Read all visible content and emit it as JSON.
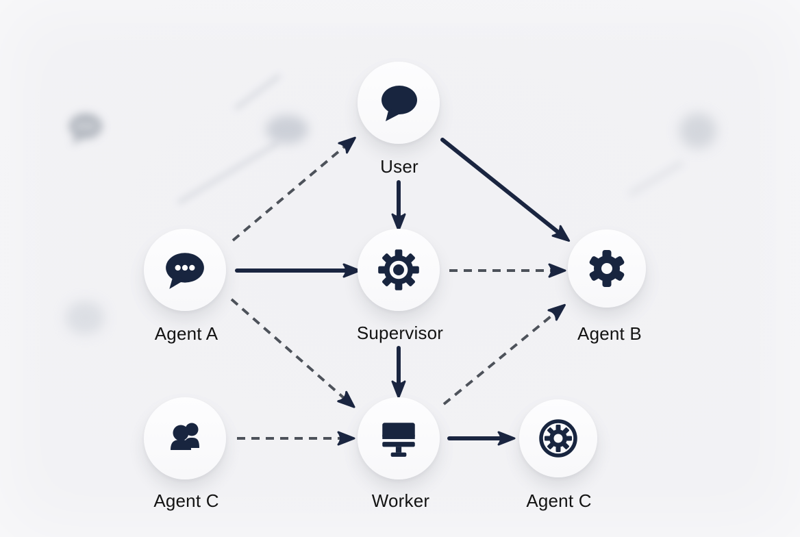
{
  "diagram": {
    "title": "",
    "nodes": {
      "user": {
        "label": "User",
        "icon": "speech-bubble-icon"
      },
      "agent_a": {
        "label": "Agent A",
        "icon": "chat-ellipsis-icon"
      },
      "supervisor": {
        "label": "Supervisor",
        "icon": "gear-icon"
      },
      "agent_b": {
        "label": "Agent B",
        "icon": "cog-icon"
      },
      "agent_c_left": {
        "label": "Agent C",
        "icon": "people-icon"
      },
      "worker": {
        "label": "Worker",
        "icon": "monitor-icon"
      },
      "agent_c_right": {
        "label": "Agent C",
        "icon": "gear-badge-icon"
      }
    },
    "edges": [
      {
        "from": "agent_a",
        "to": "user",
        "style": "dashed"
      },
      {
        "from": "user",
        "to": "supervisor",
        "style": "solid"
      },
      {
        "from": "user",
        "to": "agent_b",
        "style": "solid"
      },
      {
        "from": "agent_a",
        "to": "supervisor",
        "style": "solid"
      },
      {
        "from": "supervisor",
        "to": "agent_b",
        "style": "dashed"
      },
      {
        "from": "agent_a",
        "to": "worker",
        "style": "dashed"
      },
      {
        "from": "supervisor",
        "to": "worker",
        "style": "solid"
      },
      {
        "from": "worker",
        "to": "agent_b",
        "style": "dashed"
      },
      {
        "from": "agent_c_left",
        "to": "worker",
        "style": "dashed"
      },
      {
        "from": "worker",
        "to": "agent_c_right",
        "style": "solid"
      }
    ],
    "colors": {
      "icon_navy": "#18253f",
      "solid_arrow": "#1a2540",
      "dashed_line": "#4d525a",
      "node_fill": "#fbfbfd",
      "background": "#f2f2f4",
      "label_text": "#131313"
    }
  }
}
